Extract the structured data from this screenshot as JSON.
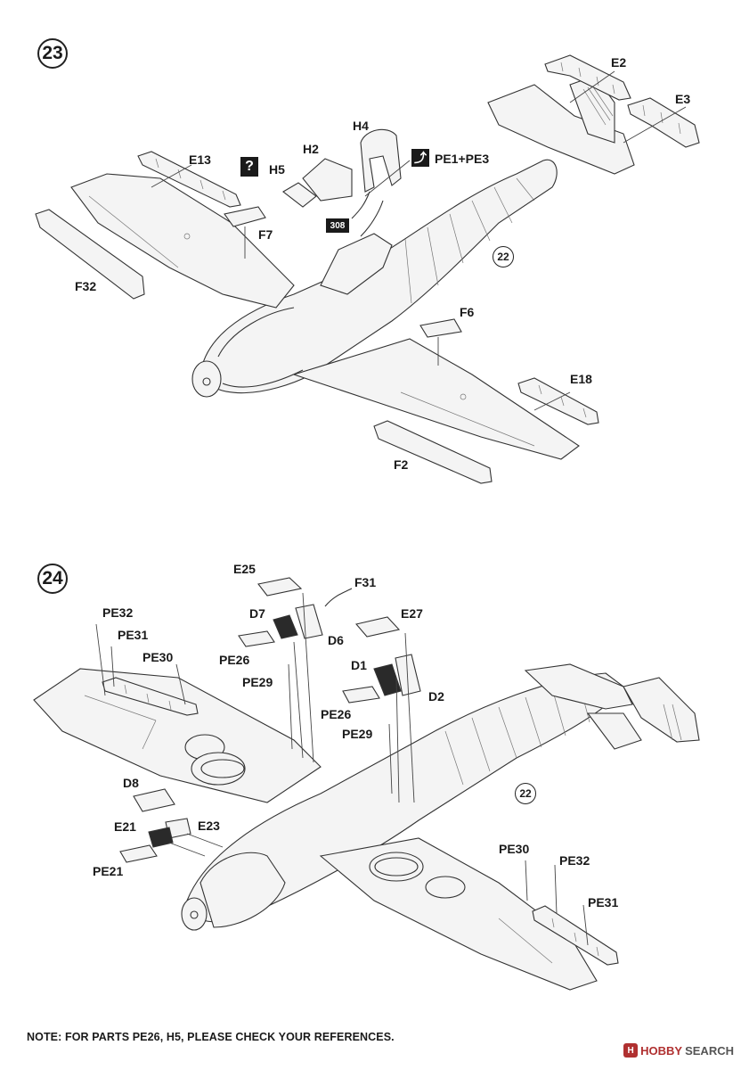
{
  "steps": [
    {
      "number": "23",
      "labels": {
        "e2": "E2",
        "e3": "E3",
        "h4": "H4",
        "h2": "H2",
        "h5": "H5",
        "e13": "E13",
        "pe1_pe3": "PE1+PE3",
        "f7": "F7",
        "f32": "F32",
        "f6": "F6",
        "e18": "E18",
        "f2": "F2"
      },
      "ref_step": "22",
      "question_mark": "?",
      "arrow_icon": "bend-arrow-icon",
      "paint_code": "308"
    },
    {
      "number": "24",
      "labels": {
        "e25": "E25",
        "f31": "F31",
        "d7": "D7",
        "d6": "D6",
        "e27": "E27",
        "pe32": "PE32",
        "pe31": "PE31",
        "pe30": "PE30",
        "pe26a": "PE26",
        "pe29a": "PE29",
        "d1": "D1",
        "d2": "D2",
        "pe26b": "PE26",
        "pe29b": "PE29",
        "d8": "D8",
        "e21": "E21",
        "e23": "E23",
        "pe21": "PE21",
        "pe30b": "PE30",
        "pe32b": "PE32",
        "pe31b": "PE31"
      },
      "ref_step": "22"
    }
  ],
  "note": "NOTE: FOR PARTS PE26, H5, PLEASE CHECK YOUR REFERENCES.",
  "watermark": {
    "logo": "H",
    "brand": "HOBBY",
    "search": "SEARCH"
  },
  "colors": {
    "ink": "#1a1a1a",
    "watermark": "#b03030"
  }
}
